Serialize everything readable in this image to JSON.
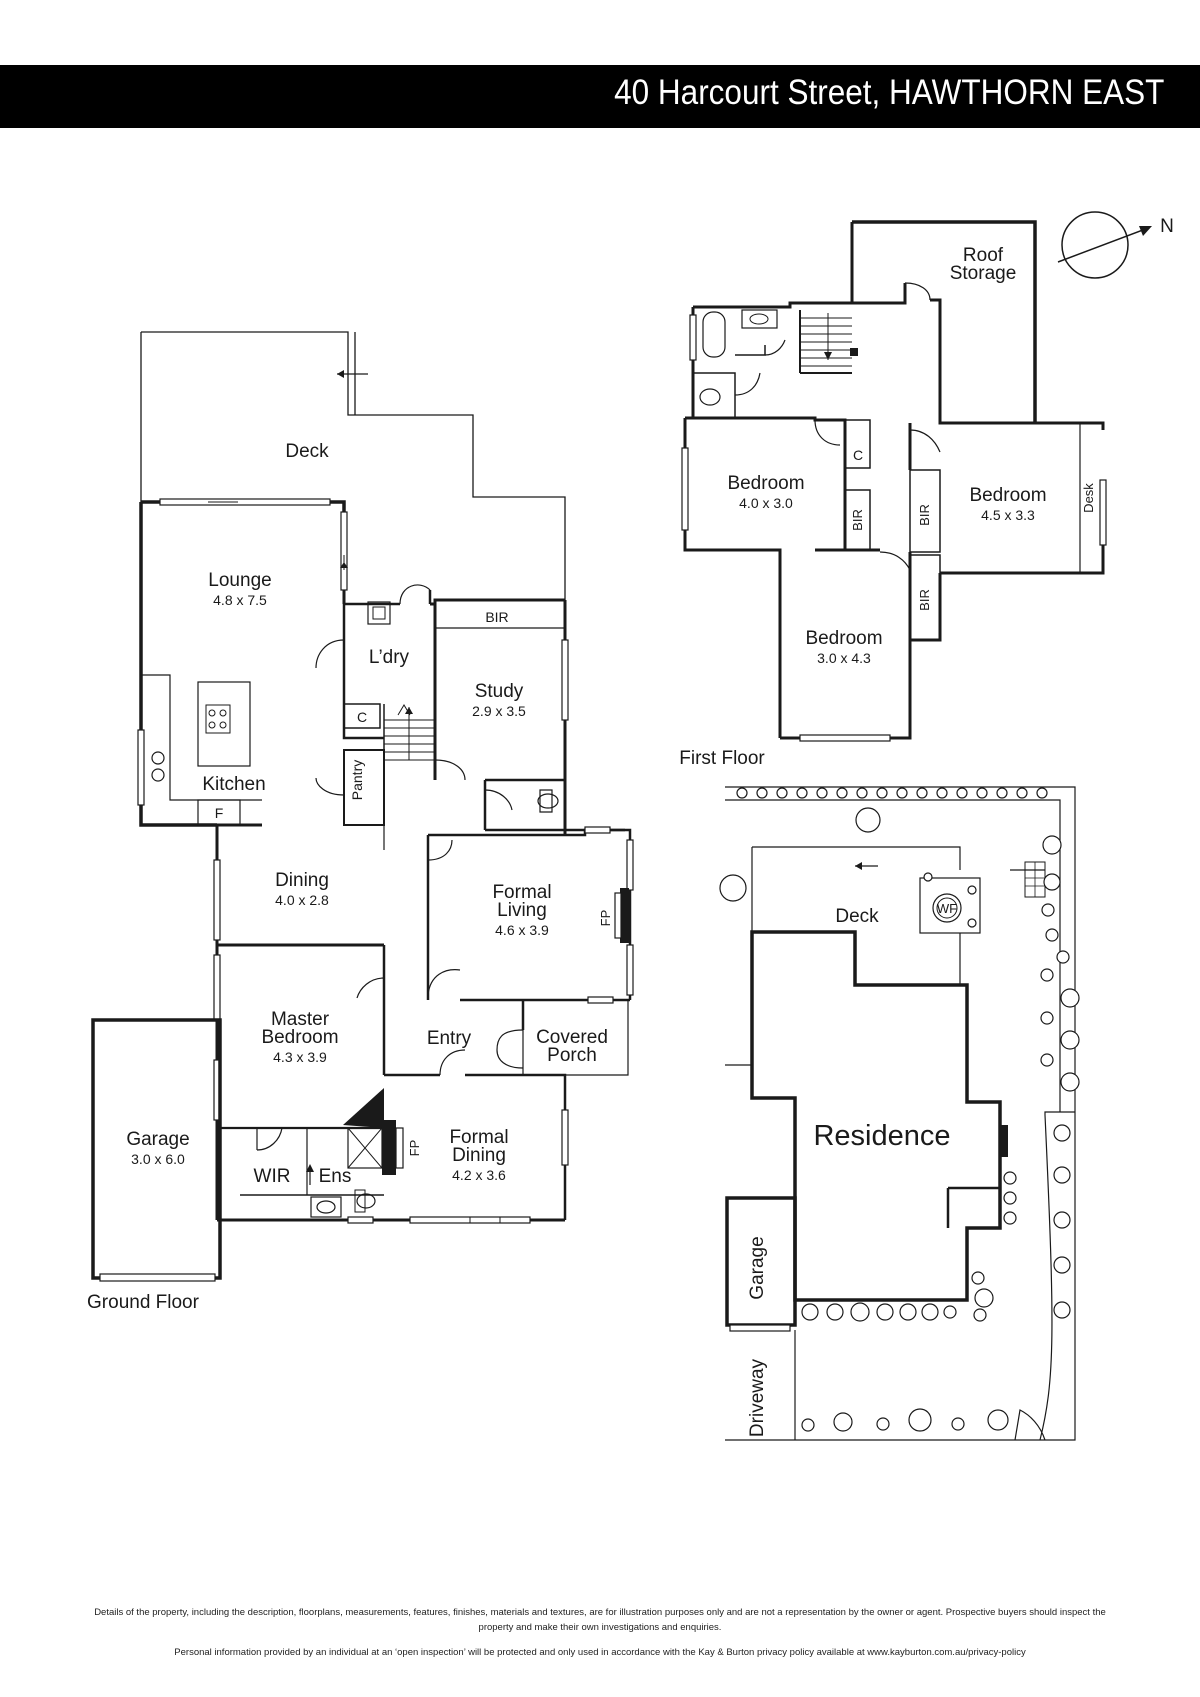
{
  "header": {
    "address": "40 Harcourt Street, HAWTHORN EAST"
  },
  "compass": {
    "label": "N"
  },
  "ground_floor": {
    "title": "Ground Floor",
    "rooms": {
      "deck": {
        "name": "Deck"
      },
      "lounge": {
        "name": "Lounge",
        "dims": "4.8 x 7.5"
      },
      "kitchen": {
        "name": "Kitchen"
      },
      "fridge": {
        "name": "F"
      },
      "laundry": {
        "name": "L’dry"
      },
      "cupboard": {
        "name": "C"
      },
      "pantry": {
        "name": "Pantry"
      },
      "study_bir": {
        "name": "BIR"
      },
      "study": {
        "name": "Study",
        "dims": "2.9 x 3.5"
      },
      "dining": {
        "name": "Dining",
        "dims": "4.0 x 2.8"
      },
      "formal_living": {
        "name_line1": "Formal",
        "name_line2": "Living",
        "dims": "4.6 x 3.9",
        "fp": "FP"
      },
      "master_bedroom": {
        "name_line1": "Master",
        "name_line2": "Bedroom",
        "dims": "4.3 x 3.9"
      },
      "entry": {
        "name": "Entry"
      },
      "covered_porch": {
        "name_line1": "Covered",
        "name_line2": "Porch"
      },
      "garage": {
        "name": "Garage",
        "dims": "3.0 x 6.0"
      },
      "wir": {
        "name": "WIR"
      },
      "ensuite": {
        "name": "Ens"
      },
      "formal_dining": {
        "name_line1": "Formal",
        "name_line2": "Dining",
        "dims": "4.2 x 3.6",
        "fp": "FP"
      }
    }
  },
  "first_floor": {
    "title": "First Floor",
    "rooms": {
      "roof_storage": {
        "name_line1": "Roof",
        "name_line2": "Storage"
      },
      "bedroom_a": {
        "name": "Bedroom",
        "dims": "4.0 x 3.0"
      },
      "bedroom_b": {
        "name": "Bedroom",
        "dims": "4.5 x 3.3"
      },
      "bedroom_c": {
        "name": "Bedroom",
        "dims": "3.0 x 4.3"
      },
      "cupboard": {
        "name": "C"
      },
      "bir1": {
        "name": "BIR"
      },
      "bir2": {
        "name": "BIR"
      },
      "bir3": {
        "name": "BIR"
      },
      "desk": {
        "name": "Desk"
      }
    }
  },
  "site_plan": {
    "deck": "Deck",
    "woodfire": "WF",
    "residence": "Residence",
    "garage": "Garage",
    "driveway": "Driveway"
  },
  "footer": {
    "disclaimer_line1": "Details of the property, including the description, floorplans, measurements, features, finishes, materials and textures, are for illustration purposes only and are not a representation by the owner or agent.  Prospective buyers should inspect the",
    "disclaimer_line2": "property and make their own investigations and enquiries.",
    "privacy": "Personal information provided by an individual at an ‘open inspection’ will be protected and only used in accordance with the Kay & Burton privacy policy available at www.kayburton.com.au/privacy-policy"
  }
}
